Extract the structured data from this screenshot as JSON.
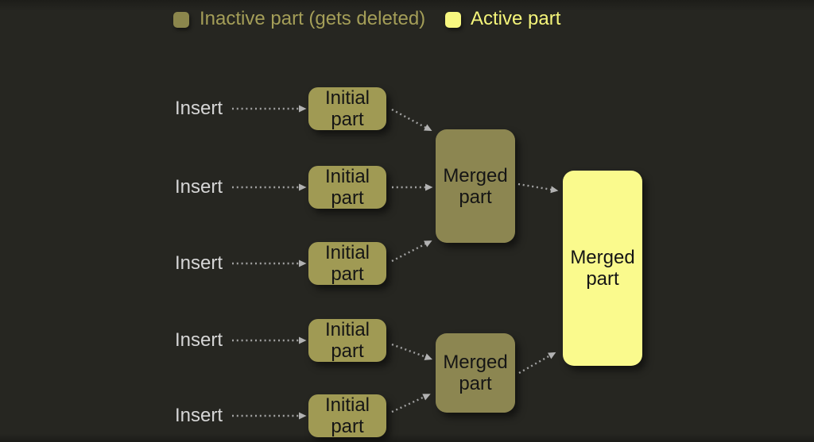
{
  "legend": {
    "inactive_label": "Inactive part (gets deleted)",
    "active_label": "Active part"
  },
  "diagram": {
    "rows": [
      {
        "insert_label": "Insert",
        "part_label": "Initial part"
      },
      {
        "insert_label": "Insert",
        "part_label": "Initial part"
      },
      {
        "insert_label": "Insert",
        "part_label": "Initial part"
      },
      {
        "insert_label": "Insert",
        "part_label": "Initial part"
      },
      {
        "insert_label": "Insert",
        "part_label": "Initial part"
      }
    ],
    "merged": [
      {
        "label": "Merged part",
        "state": "inactive"
      },
      {
        "label": "Merged part",
        "state": "inactive"
      },
      {
        "label": "Merged part",
        "state": "active"
      }
    ]
  },
  "colors": {
    "background": "#262621",
    "inactive_part": "#a09a54",
    "inactive_merged_part": "#8c8651",
    "active_part": "#fafa8d",
    "insert_text": "#d6d6d6",
    "legend_inactive_text": "#a49e58",
    "legend_active_text": "#f5f57a",
    "box_text": "#151515",
    "arrow": "#a0a0a0"
  }
}
